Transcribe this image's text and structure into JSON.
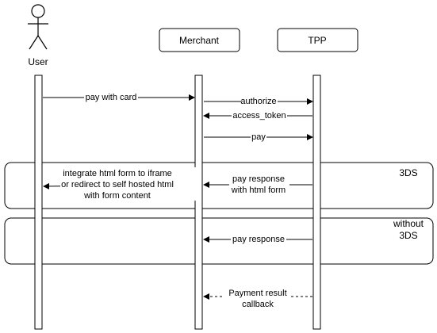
{
  "participants": {
    "user": "User",
    "merchant": "Merchant",
    "tpp": "TPP"
  },
  "fragments": {
    "threeds": "3DS",
    "without_line1": "without",
    "without_line2": "3DS"
  },
  "messages": {
    "pay_with_card": "pay with card",
    "authorize": "authorize",
    "access_token": "access_token",
    "pay": "pay",
    "pay_response_html_line1": "pay response",
    "pay_response_html_line2": "with html form",
    "integrate_line1": "integrate html form to iframe",
    "integrate_line2": "or redirect to self hosted html",
    "integrate_line3": "with form content",
    "pay_response": "pay response",
    "payment_result_line1": "Payment result",
    "payment_result_line2": "callback"
  }
}
